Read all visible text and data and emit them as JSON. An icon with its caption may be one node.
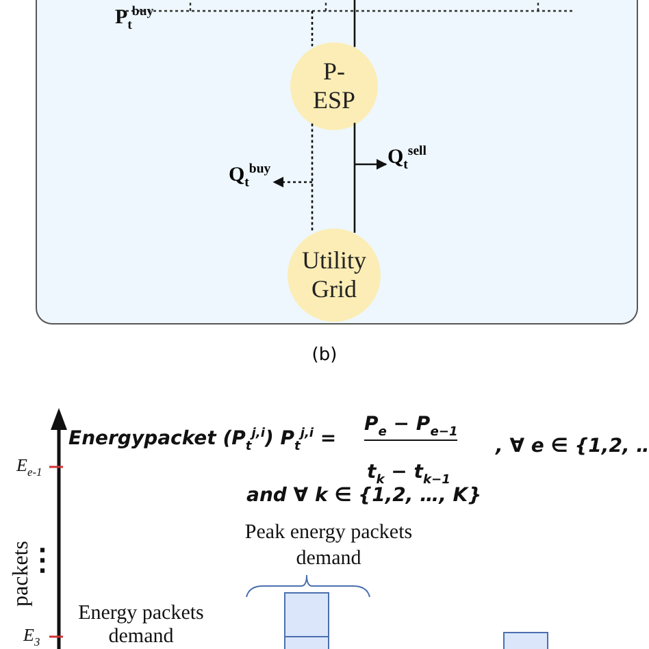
{
  "diagram": {
    "caption": "(b)",
    "nodes": [
      {
        "text": [],
        "shape": "box"
      },
      {
        "text": [
          "P- ESP"
        ],
        "in": 0
      },
      {
        "text": [
          "Utility Grid"
        ],
        "in": 0
      },
      {
        "text": [
          "Q$_{t}$$^{buy}$"
        ],
        "in": 0
      },
      {
        "text": [
          "Q$_{t}$$^{sell}$"
        ],
        "in": 0
      }
    ],
    "edges": [
      {
        "from": 1,
        "to": 2,
        "arrow": "none",
        "style": "dashed"
      },
      {
        "from": 1,
        "to": 2,
        "arrow": "none"
      },
      {
        "from": null,
        "to": 3,
        "arrow": "to",
        "style": "dashed"
      },
      {
        "from": null,
        "to": 4,
        "arrow": "to"
      },
      {
        "from": null,
        "to": 1,
        "arrow": "none"
      },
      {
        "from": null,
        "to": 1,
        "arrow": "none",
        "style": "dashed"
      }
    ],
    "labels": [
      "P$_{t}$$^{buy}$",
      "Energypacket (P$_{t}$$^{j,i}$) P$_{t}$$^{j,i}$ =",
      "P$_{e}$ − P$_{e−1}$",
      "t$_{k}$ − t$_{k−1}$",
      ", ∀ e ∈ {1,2, …",
      "and ∀ k ∈ {1,2, …, K}",
      "Peak energy packets demand",
      "E$_{e-1}$",
      "⋮",
      "packets",
      "Energy packets demand",
      "E$_{3}$"
    ]
  }
}
